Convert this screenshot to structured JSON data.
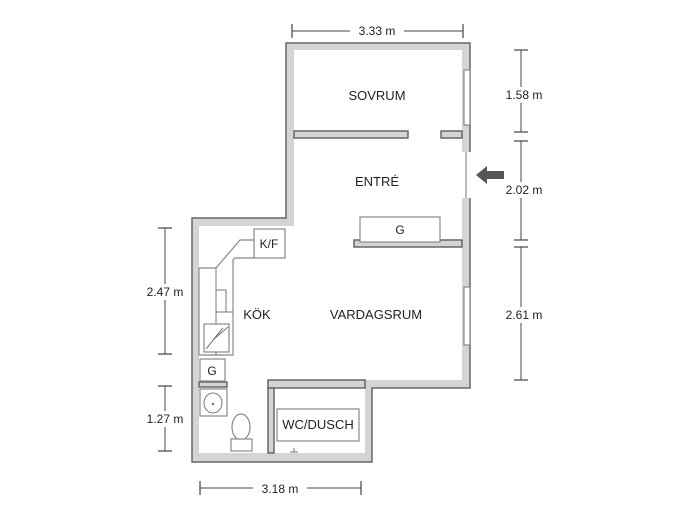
{
  "rooms": {
    "sovrum": "SOVRUM",
    "entre": "ENTRÉ",
    "kok": "KÖK",
    "vardagsrum": "VARDAGSRUM",
    "wc": "WC/DUSCH"
  },
  "labels": {
    "garderob_entre": "G",
    "garderob_kok": "G",
    "kf": "K/F"
  },
  "dimensions": {
    "top_width": "3.33 m",
    "bottom_width": "3.18 m",
    "right_sovrum": "1.58 m",
    "right_entre": "2.02 m",
    "right_vardagsrum": "2.61 m",
    "left_kok": "2.47 m",
    "left_wc": "1.27 m"
  },
  "icons": {
    "entrance": "arrow-left-icon"
  },
  "colors": {
    "wall": "#d4d4d4",
    "outline": "#666666",
    "arrow": "#555555"
  }
}
